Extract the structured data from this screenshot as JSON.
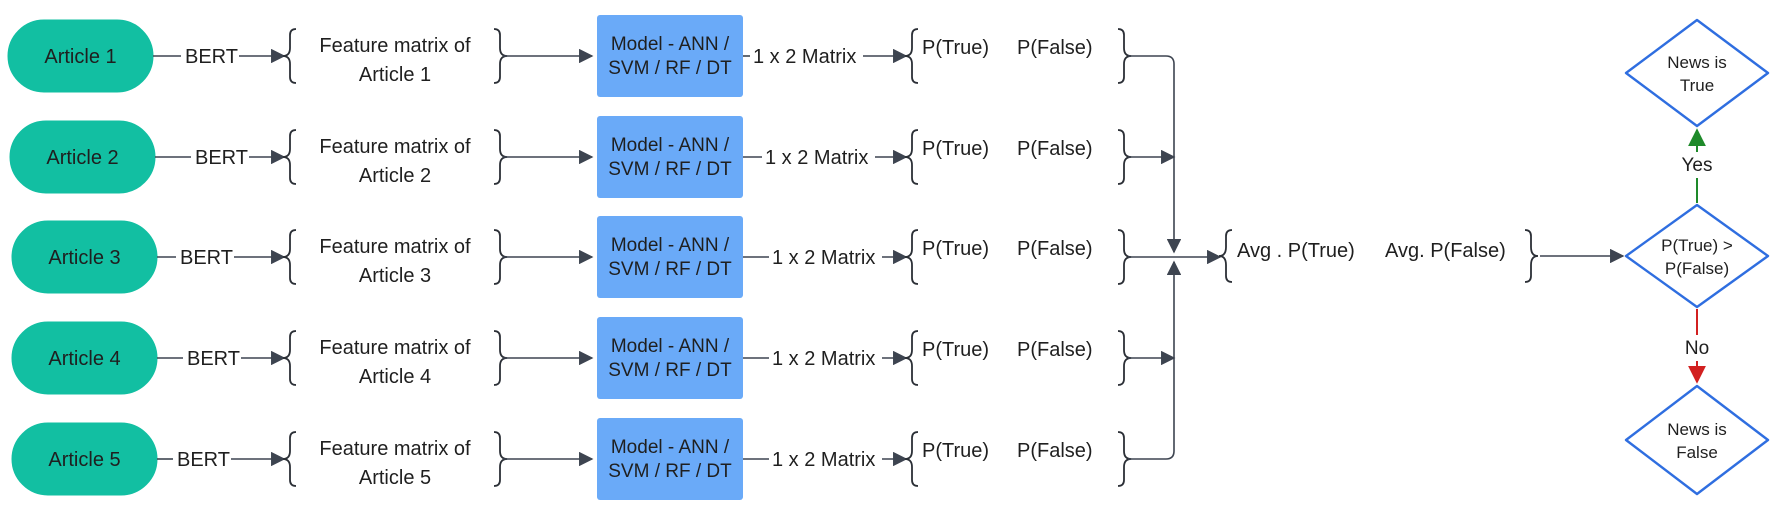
{
  "rows": [
    {
      "article": "Article 1",
      "encoder": "BERT",
      "feature": [
        "Feature matrix of",
        "Article 1"
      ],
      "model": [
        "Model - ANN /",
        "SVM / RF / DT"
      ],
      "output": "1 x 2 Matrix",
      "p_true": "P(True)",
      "p_false": "P(False)"
    },
    {
      "article": "Article 2",
      "encoder": "BERT",
      "feature": [
        "Feature matrix of",
        "Article 2"
      ],
      "model": [
        "Model - ANN /",
        "SVM / RF / DT"
      ],
      "output": "1 x 2 Matrix",
      "p_true": "P(True)",
      "p_false": "P(False)"
    },
    {
      "article": "Article 3",
      "encoder": "BERT",
      "feature": [
        "Feature matrix of",
        "Article 3"
      ],
      "model": [
        "Model - ANN /",
        "SVM / RF / DT"
      ],
      "output": "1 x 2 Matrix",
      "p_true": "P(True)",
      "p_false": "P(False)"
    },
    {
      "article": "Article 4",
      "encoder": "BERT",
      "feature": [
        "Feature matrix of",
        "Article 4"
      ],
      "model": [
        "Model - ANN /",
        "SVM / RF / DT"
      ],
      "output": "1 x 2 Matrix",
      "p_true": "P(True)",
      "p_false": "P(False)"
    },
    {
      "article": "Article 5",
      "encoder": "BERT",
      "feature": [
        "Feature matrix of",
        "Article 5"
      ],
      "model": [
        "Model - ANN /",
        "SVM / RF / DT"
      ],
      "output": "1 x 2 Matrix",
      "p_true": "P(True)",
      "p_false": "P(False)"
    }
  ],
  "average": {
    "p_true": "Avg . P(True)",
    "p_false": "Avg. P(False)"
  },
  "decision": {
    "condition": [
      "P(True) >",
      "P(False)"
    ],
    "yes": "Yes",
    "no": "No",
    "true_outcome": [
      "News is",
      "True"
    ],
    "false_outcome": [
      "News is",
      "False"
    ]
  },
  "colors": {
    "article_fill": "#12bfa2",
    "model_fill": "#6aaaf8",
    "diamond_stroke": "#2f6ee0",
    "yes_arrow": "#1e8a2a",
    "no_arrow": "#d22020",
    "edge": "#3d4450"
  }
}
